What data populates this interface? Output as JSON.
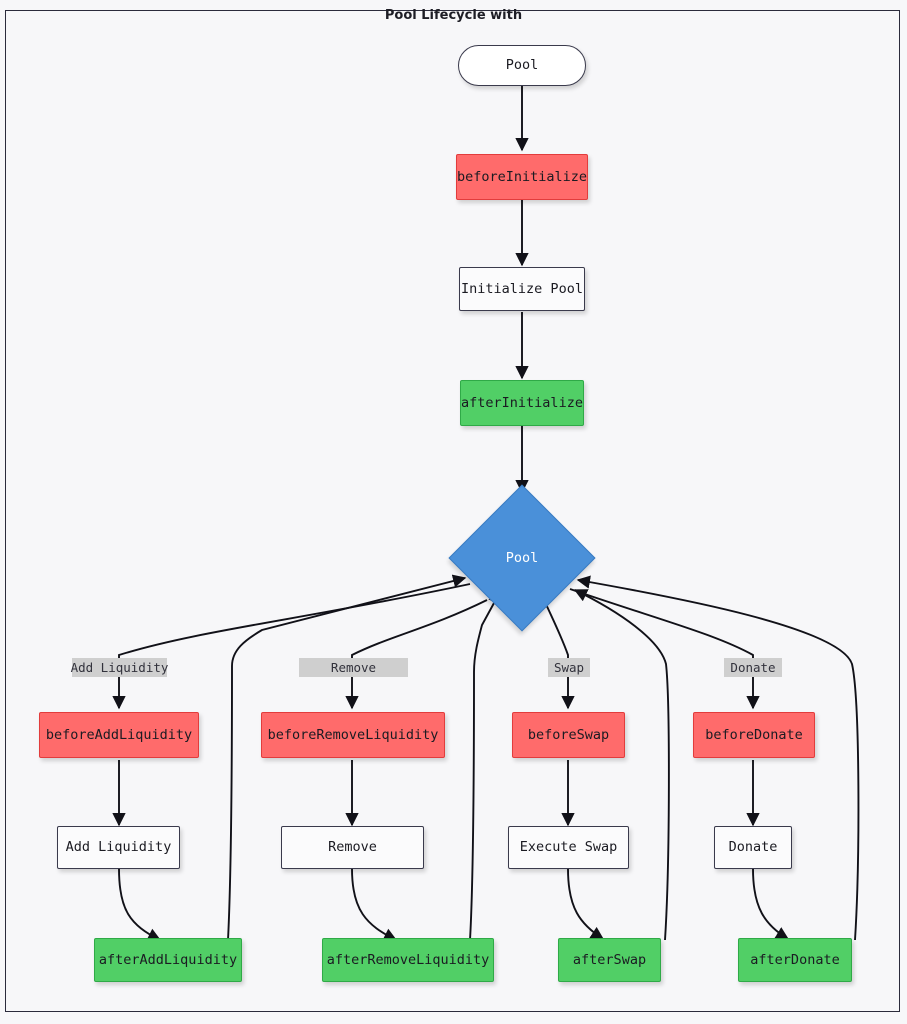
{
  "diagram": {
    "title": "Pool Lifecycle with",
    "type": "flowchart",
    "background": "#f7f7f9",
    "border_color": "#2b2b3b",
    "colors": {
      "before_hook_fill": "#ff6b6b",
      "before_hook_stroke": "#e23c3c",
      "after_hook_fill": "#51cf66",
      "after_hook_stroke": "#2faa47",
      "decision_fill": "#4a90d9",
      "decision_stroke": "#3b7cc2",
      "process_fill": "#fbfbfc",
      "process_stroke": "#3a3a4c",
      "edge_stroke": "#111118",
      "edge_label_bg": "#cfcfcf"
    }
  },
  "nodes": {
    "start_pool": {
      "label": "Pool",
      "shape": "stadium",
      "kind": "start"
    },
    "before_initialize": {
      "label": "beforeInitialize",
      "shape": "rect",
      "kind": "before-hook"
    },
    "initialize_pool": {
      "label": "Initialize Pool",
      "shape": "rect",
      "kind": "process"
    },
    "after_initialize": {
      "label": "afterInitialize",
      "shape": "rect",
      "kind": "after-hook"
    },
    "pool_decision": {
      "label": "Pool",
      "shape": "diamond",
      "kind": "decision"
    },
    "before_add_liquidity": {
      "label": "beforeAddLiquidity",
      "shape": "rect",
      "kind": "before-hook"
    },
    "add_liquidity": {
      "label": "Add Liquidity",
      "shape": "rect",
      "kind": "process"
    },
    "after_add_liquidity": {
      "label": "afterAddLiquidity",
      "shape": "rect",
      "kind": "after-hook"
    },
    "before_remove_liquidity": {
      "label": "beforeRemoveLiquidity",
      "shape": "rect",
      "kind": "before-hook"
    },
    "remove": {
      "label": "Remove",
      "shape": "rect",
      "kind": "process"
    },
    "after_remove_liquidity": {
      "label": "afterRemoveLiquidity",
      "shape": "rect",
      "kind": "after-hook"
    },
    "before_swap": {
      "label": "beforeSwap",
      "shape": "rect",
      "kind": "before-hook"
    },
    "execute_swap": {
      "label": "Execute Swap",
      "shape": "rect",
      "kind": "process"
    },
    "after_swap": {
      "label": "afterSwap",
      "shape": "rect",
      "kind": "after-hook"
    },
    "before_donate": {
      "label": "beforeDonate",
      "shape": "rect",
      "kind": "before-hook"
    },
    "donate": {
      "label": "Donate",
      "shape": "rect",
      "kind": "process"
    },
    "after_donate": {
      "label": "afterDonate",
      "shape": "rect",
      "kind": "after-hook"
    }
  },
  "edge_labels": {
    "add_liquidity": "Add Liquidity",
    "remove": "Remove",
    "swap": "Swap",
    "donate": "Donate"
  },
  "edges": [
    {
      "from": "start_pool",
      "to": "before_initialize",
      "label": ""
    },
    {
      "from": "before_initialize",
      "to": "initialize_pool",
      "label": ""
    },
    {
      "from": "initialize_pool",
      "to": "after_initialize",
      "label": ""
    },
    {
      "from": "after_initialize",
      "to": "pool_decision",
      "label": ""
    },
    {
      "from": "pool_decision",
      "to": "before_add_liquidity",
      "label": "Add Liquidity"
    },
    {
      "from": "before_add_liquidity",
      "to": "add_liquidity",
      "label": ""
    },
    {
      "from": "add_liquidity",
      "to": "after_add_liquidity",
      "label": ""
    },
    {
      "from": "after_add_liquidity",
      "to": "pool_decision",
      "label": ""
    },
    {
      "from": "pool_decision",
      "to": "before_remove_liquidity",
      "label": "Remove"
    },
    {
      "from": "before_remove_liquidity",
      "to": "remove",
      "label": ""
    },
    {
      "from": "remove",
      "to": "after_remove_liquidity",
      "label": ""
    },
    {
      "from": "after_remove_liquidity",
      "to": "pool_decision",
      "label": ""
    },
    {
      "from": "pool_decision",
      "to": "before_swap",
      "label": "Swap"
    },
    {
      "from": "before_swap",
      "to": "execute_swap",
      "label": ""
    },
    {
      "from": "execute_swap",
      "to": "after_swap",
      "label": ""
    },
    {
      "from": "after_swap",
      "to": "pool_decision",
      "label": ""
    },
    {
      "from": "pool_decision",
      "to": "before_donate",
      "label": "Donate"
    },
    {
      "from": "before_donate",
      "to": "donate",
      "label": ""
    },
    {
      "from": "donate",
      "to": "after_donate",
      "label": ""
    },
    {
      "from": "after_donate",
      "to": "pool_decision",
      "label": ""
    }
  ]
}
